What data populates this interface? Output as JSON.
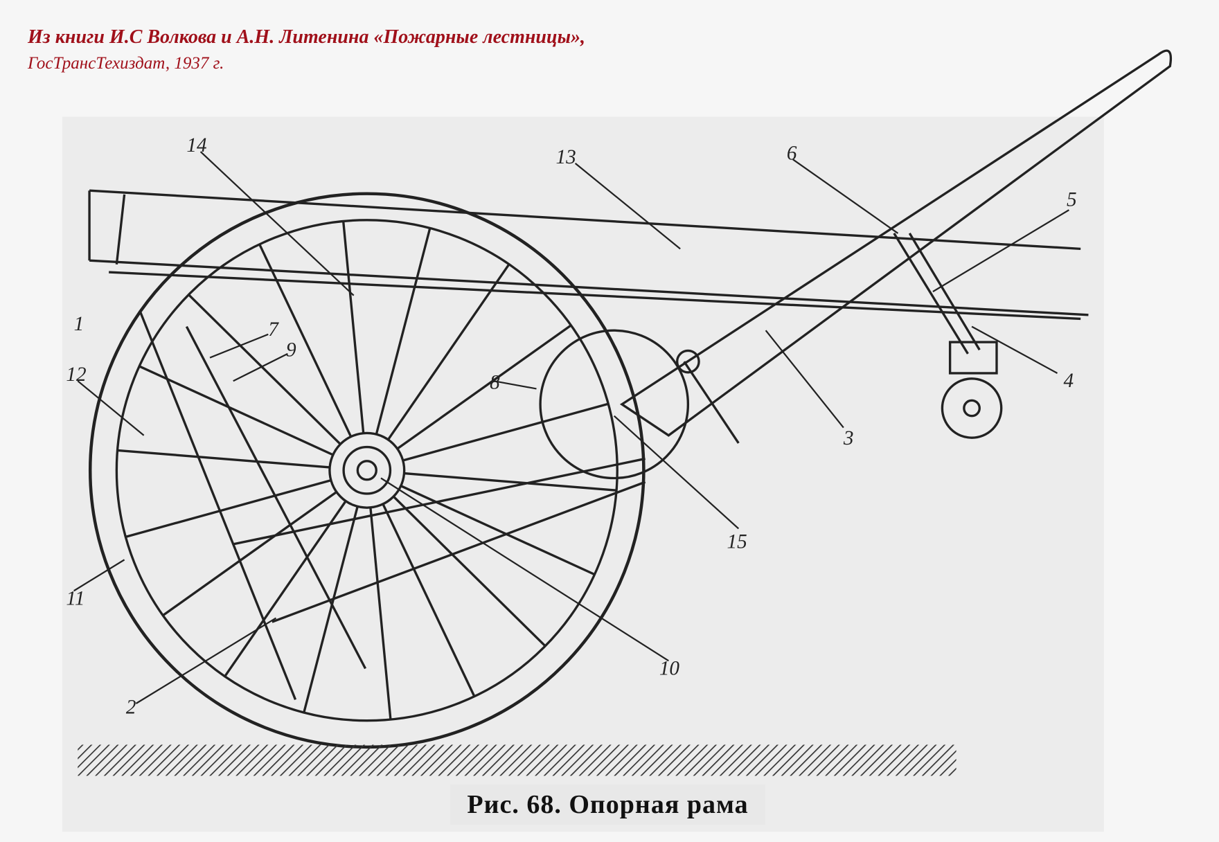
{
  "credit": {
    "line1": "Из книги И.С Волкова и А.Н. Литенина «Пожарные лестницы»,",
    "line2": "ГосТрансТехиздат, 1937 г."
  },
  "caption": "Рис. 68. Опорная рама",
  "labels": [
    "1",
    "2",
    "3",
    "4",
    "5",
    "6",
    "7",
    "8",
    "9",
    "10",
    "11",
    "12",
    "13",
    "14",
    "15"
  ],
  "colors": {
    "credit": "#a0101a",
    "ink": "#222222",
    "paper": "#f6f6f6"
  }
}
